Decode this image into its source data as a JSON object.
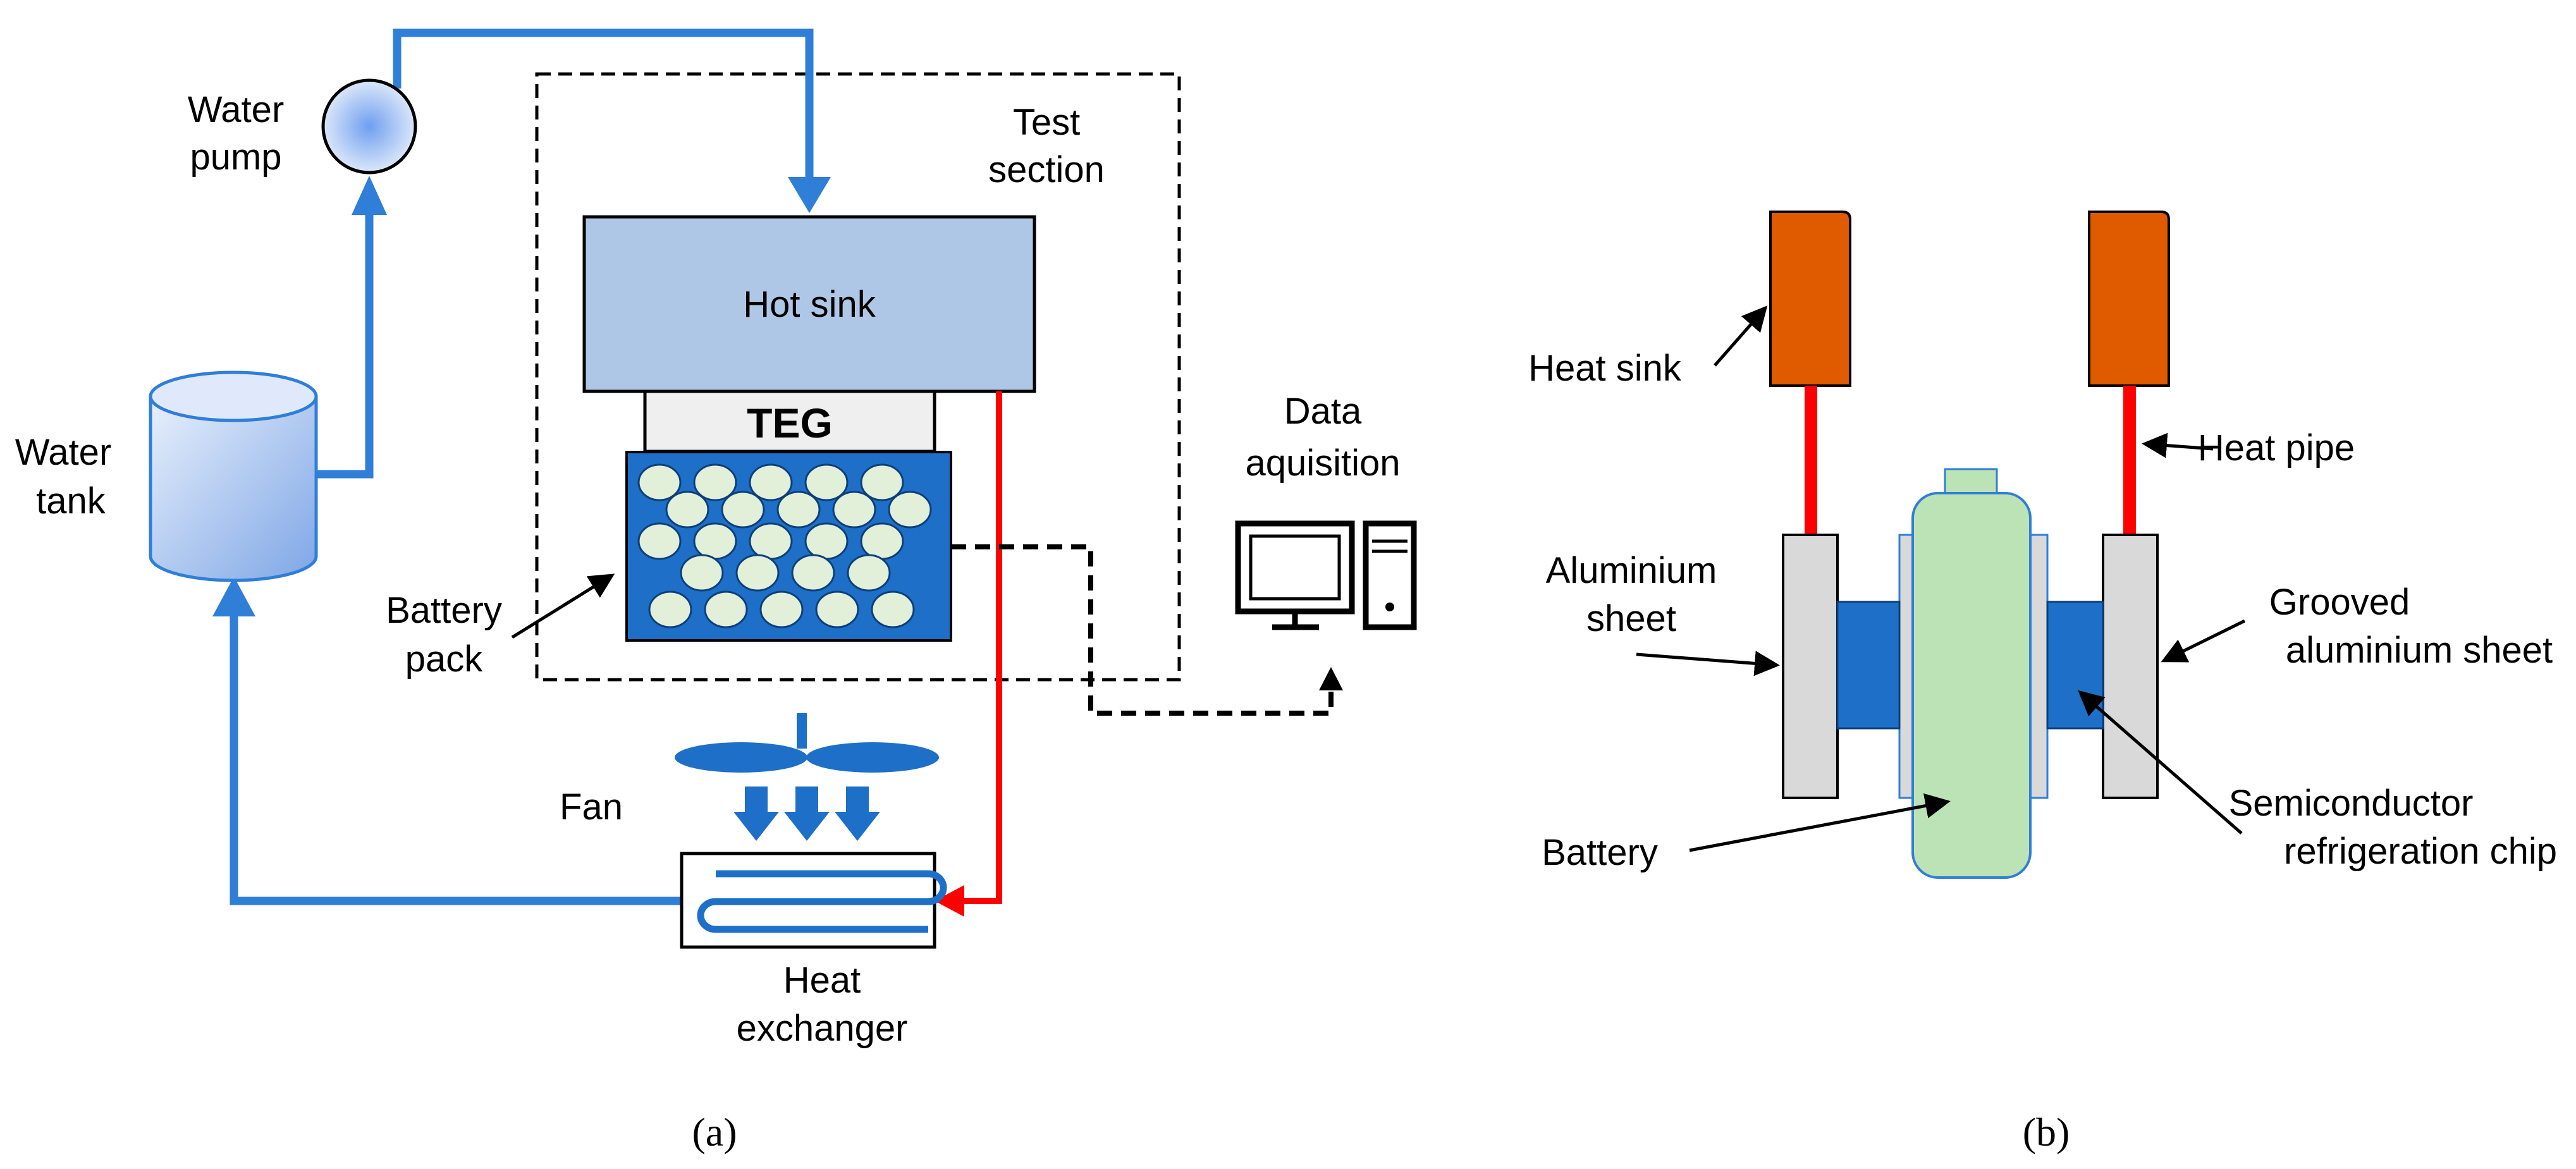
{
  "colors": {
    "water_line": "#2f7ed8",
    "hot_line": "#ff0000",
    "hot_sink_fill": "#afc7e6",
    "battery_pack_fill": "#1e6fc8",
    "cell_fill": "#e2f0d9",
    "heat_sink_fill": "#e05a00",
    "aluminium_fill": "#d9d9d9",
    "chip_fill": "#1e6fc8",
    "battery_fill": "#bce3b5",
    "fan_fill": "#1e6fc8"
  },
  "panel_a": {
    "caption": "(a)",
    "water_pump": [
      "Water",
      "pump"
    ],
    "water_tank": [
      "Water",
      "tank"
    ],
    "test_section": [
      "Test",
      "section"
    ],
    "hot_sink": "Hot sink",
    "teg": "TEG",
    "battery_pack": [
      "Battery",
      "pack"
    ],
    "data_acquisition": [
      "Data",
      "aquisition"
    ],
    "fan": "Fan",
    "heat_exchanger": [
      "Heat",
      "exchanger"
    ],
    "icons": [
      "pump-icon",
      "tank-icon",
      "computer-monitor-icon",
      "computer-tower-icon",
      "fan-icon"
    ]
  },
  "panel_b": {
    "caption": "(b)",
    "heat_sink": "Heat sink",
    "heat_pipe": "Heat pipe",
    "aluminium_sheet": [
      "Aluminium",
      "sheet"
    ],
    "grooved_aluminium_sheet": [
      "Grooved",
      "aluminium sheet"
    ],
    "battery": "Battery",
    "semiconductor_chip": [
      "Semiconductor",
      "refrigeration chip"
    ]
  }
}
